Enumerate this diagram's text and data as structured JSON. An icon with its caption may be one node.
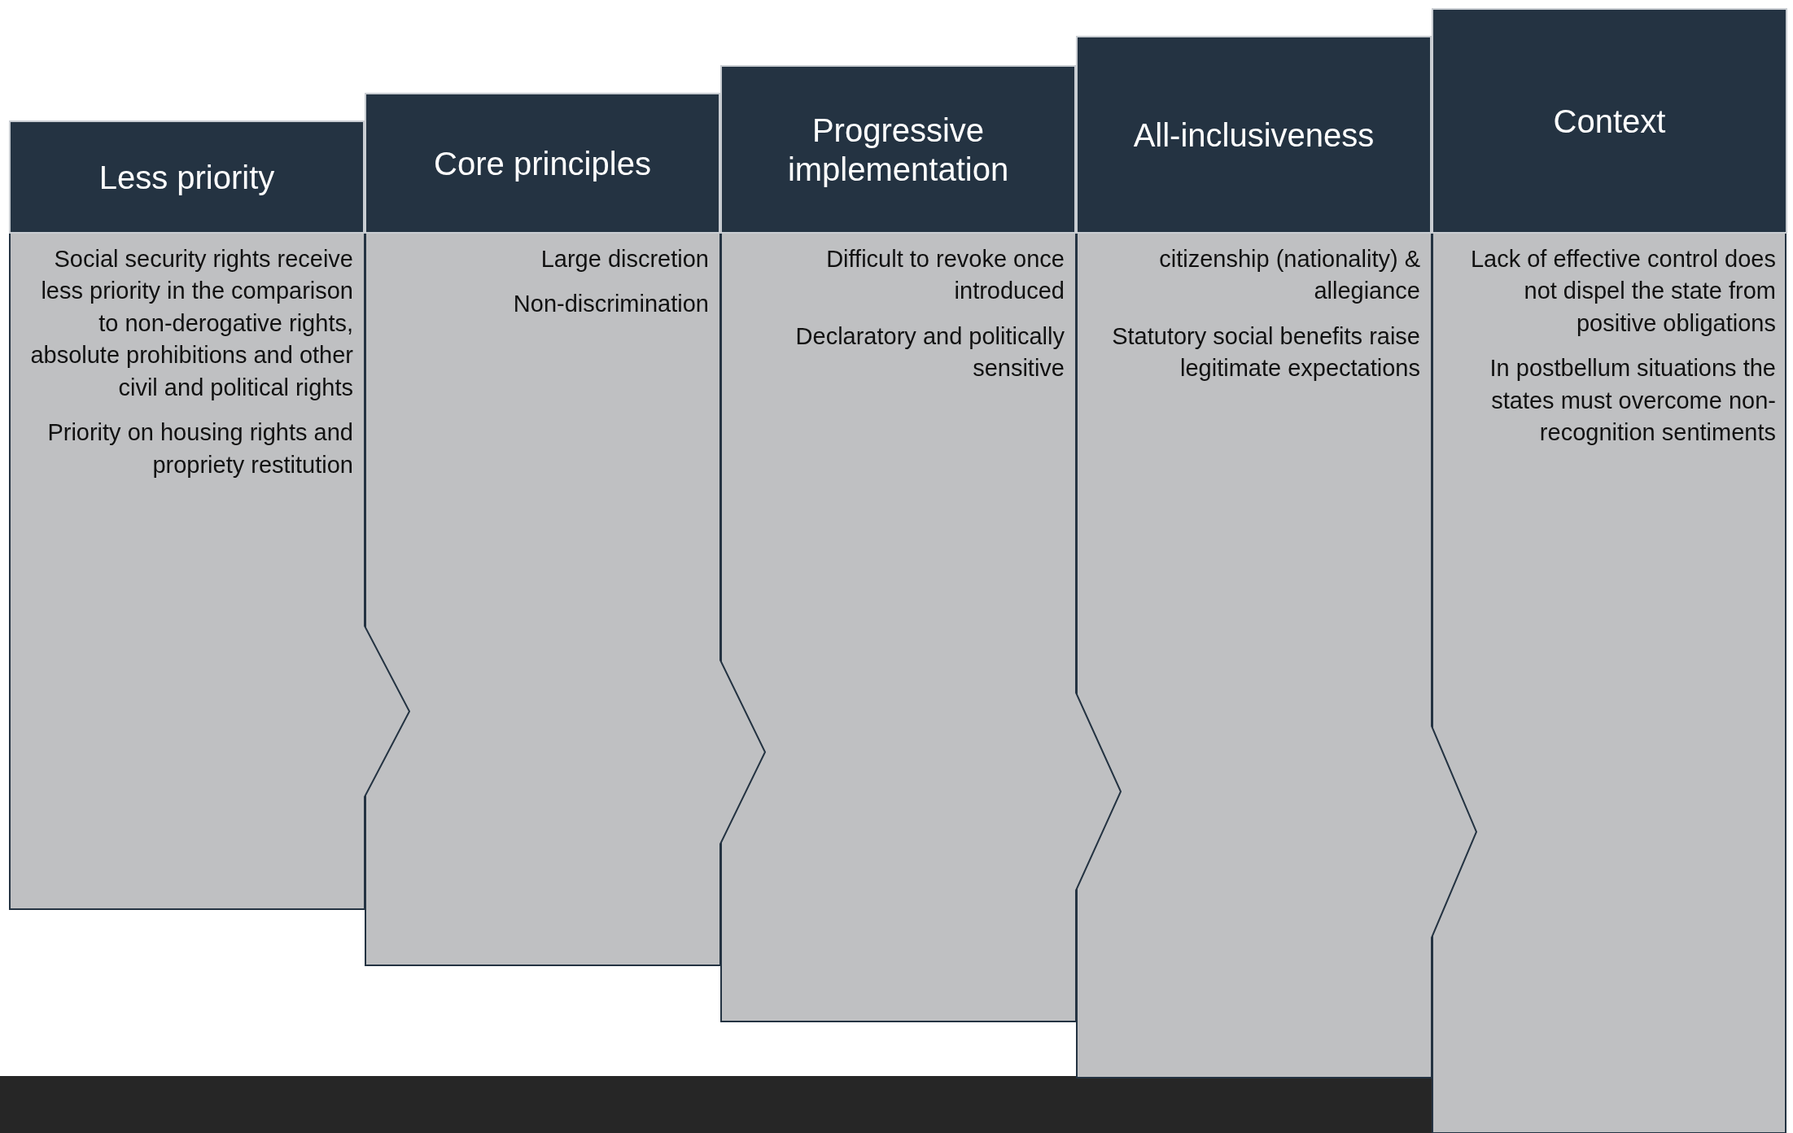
{
  "diagram": {
    "nodes": [
      {
        "text": [
          "Less priority"
        ]
      },
      {
        "text": [
          "Social security rights receive less priority in the comparison to non-derogative rights, absolute prohibitions and other civil and political rights",
          "Priority on housing rights and propriety restitution"
        ]
      },
      {
        "text": [
          "Core principles"
        ]
      },
      {
        "text": [
          "Large discretion",
          "Non-discrimination"
        ]
      },
      {
        "text": [
          "Progressive implementation"
        ]
      },
      {
        "text": [
          "Difficult to revoke once introduced",
          "Declaratory and politically sensitive"
        ]
      },
      {
        "text": [
          "All-inclusiveness"
        ]
      },
      {
        "text": [
          "citizenship (nationality) & allegiance",
          "Statutory social benefits raise legitimate expectations"
        ]
      },
      {
        "text": [
          "Context"
        ]
      },
      {
        "text": [
          "Lack of effective control does not dispel the state from positive obligations",
          "In postbellum situations the states must overcome non-recognition sentiments"
        ]
      }
    ]
  }
}
